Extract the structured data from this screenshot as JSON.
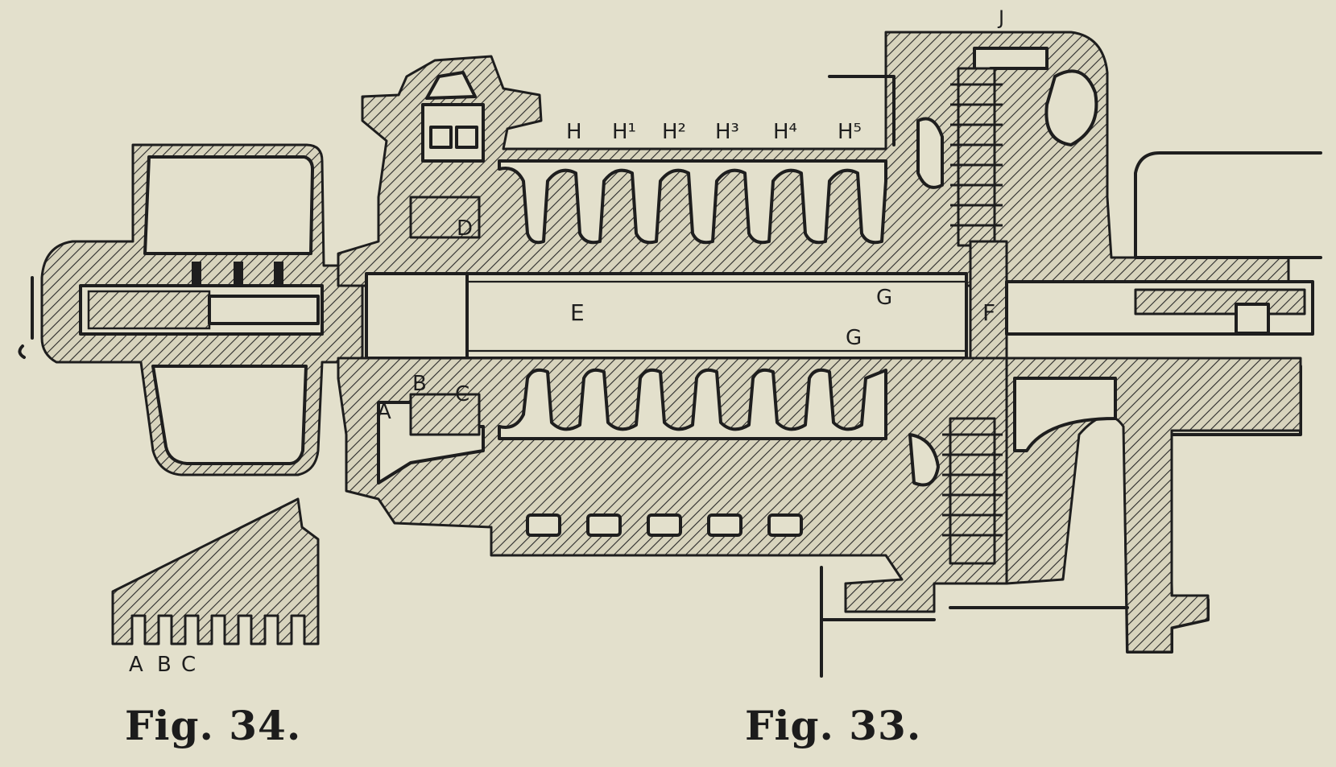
{
  "figures": [
    {
      "id": "fig34",
      "caption": "Fig. 34."
    },
    {
      "id": "fig33",
      "caption": "Fig. 33."
    }
  ],
  "labels": {
    "fig34_labels": [
      "A",
      "B",
      "C"
    ],
    "fig33_labels": {
      "A": "A",
      "B": "B",
      "C": "C",
      "D": "D",
      "E": "E",
      "F": "F",
      "G_upper": "G",
      "G_lower": "G",
      "H": "H",
      "H1": "H¹",
      "H2": "H²",
      "H3": "H³",
      "H4": "H⁴",
      "H5": "H⁵",
      "J": "J"
    }
  },
  "colors": {
    "paper": "#e3e0cc",
    "ink": "#1e1e1e"
  }
}
